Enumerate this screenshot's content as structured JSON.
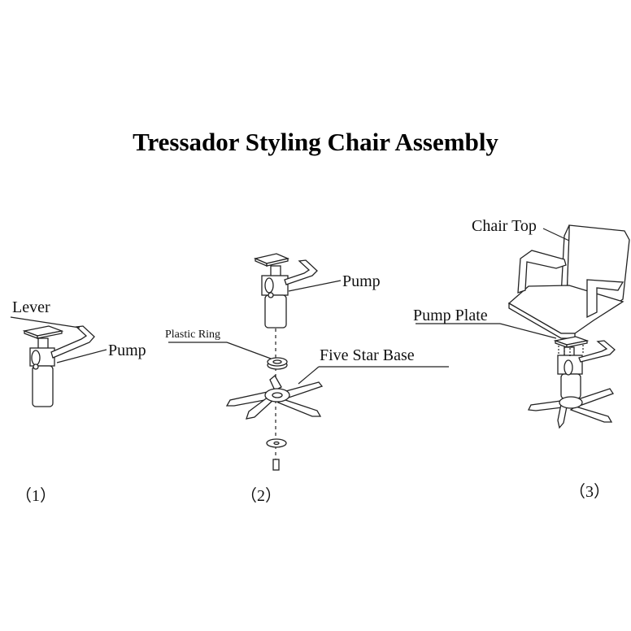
{
  "title": "Tressador Styling Chair Assembly",
  "steps": [
    {
      "number": "（1）",
      "labels": {
        "lever": "Lever",
        "pump": "Pump"
      }
    },
    {
      "number": "（2）",
      "labels": {
        "pump": "Pump",
        "plastic_ring": "Plastic Ring",
        "five_star_base": "Five Star Base"
      }
    },
    {
      "number": "（3）",
      "labels": {
        "chair_top": "Chair Top",
        "pump_plate": "Pump Plate"
      }
    }
  ]
}
